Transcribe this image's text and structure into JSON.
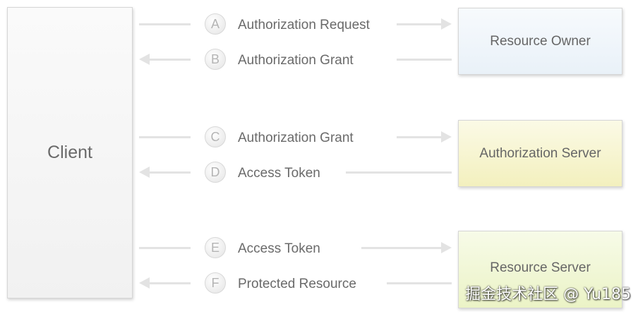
{
  "actors": {
    "client": "Client",
    "resource_owner": "Resource Owner",
    "authorization_server": "Authorization Server",
    "resource_server": "Resource Server"
  },
  "steps": [
    {
      "letter": "A",
      "label": "Authorization Request",
      "direction": "to-right"
    },
    {
      "letter": "B",
      "label": "Authorization Grant",
      "direction": "to-left"
    },
    {
      "letter": "C",
      "label": "Authorization Grant",
      "direction": "to-right"
    },
    {
      "letter": "D",
      "label": "Access Token",
      "direction": "to-left"
    },
    {
      "letter": "E",
      "label": "Access Token",
      "direction": "to-right"
    },
    {
      "letter": "F",
      "label": "Protected Resource",
      "direction": "to-left"
    }
  ],
  "colors": {
    "resource_owner_fill": "#e9f1f8",
    "authorization_server_fill": "#f3f0be",
    "resource_server_fill": "#ebf3c6",
    "arrow": "#e3e3e3"
  },
  "watermark": "掘金技术社区 @ Yu185"
}
